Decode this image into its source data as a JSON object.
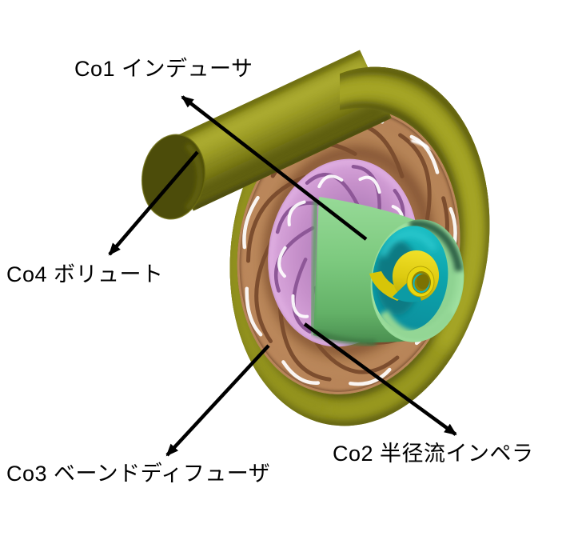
{
  "figure": {
    "background": "#ffffff",
    "parts": [
      {
        "id": "Co1",
        "label": "Co1 インデューサ",
        "color": "#7cc97e"
      },
      {
        "id": "Co2",
        "label": "Co2 半径流インペラ",
        "color": "#cf9cd3"
      },
      {
        "id": "Co3",
        "label": "Co3 ベーンドディフューザ",
        "color": "#b07a50"
      },
      {
        "id": "Co4",
        "label": "Co4 ボリュート",
        "color": "#83831b"
      }
    ],
    "accent_colors": {
      "inducer_duct_teal": "#0c9fa8",
      "inducer_blade_yellow": "#e8d60e",
      "leader_line_black": "#000000"
    }
  }
}
